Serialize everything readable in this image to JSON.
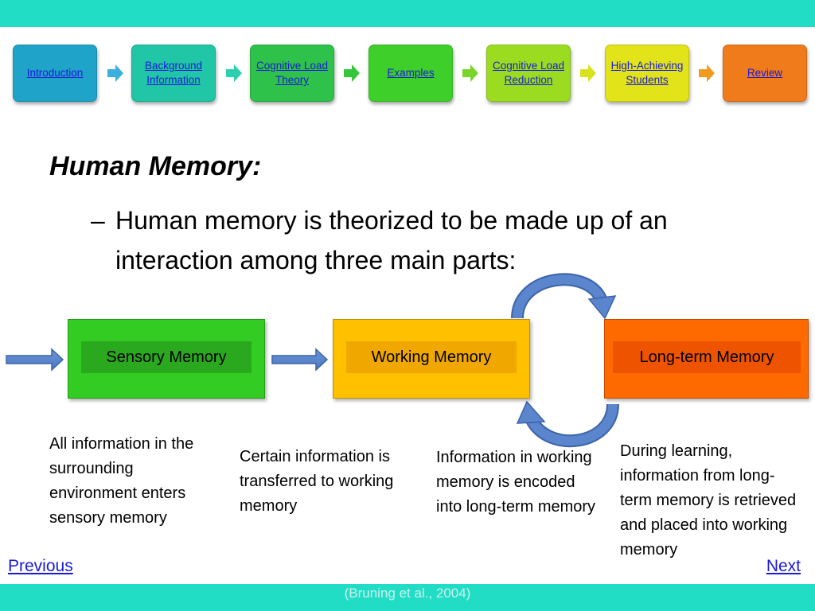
{
  "nav": {
    "items": [
      {
        "label": "Introduction"
      },
      {
        "label": "Background Information"
      },
      {
        "label": "Cognitive Load Theory"
      },
      {
        "label": "Examples"
      },
      {
        "label": "Cognitive Load Reduction"
      },
      {
        "label": "High-Achieving Students"
      },
      {
        "label": "Review"
      }
    ],
    "colors": [
      "#1fa3c9",
      "#21c6a6",
      "#2fc24a",
      "#3fcf2b",
      "#9bdc20",
      "#e3e31a",
      "#f07b1a"
    ]
  },
  "heading": "Human Memory:",
  "bullet": {
    "dash": "–",
    "text": "Human memory is theorized to be made up of an interaction among three main parts:"
  },
  "memory": {
    "sensory": {
      "label": "Sensory Memory",
      "color": "#33cc22"
    },
    "working": {
      "label": "Working Memory",
      "color": "#ffc000"
    },
    "longterm": {
      "label": "Long-term Memory",
      "color": "#ff6a00"
    }
  },
  "notes": {
    "sensory": "All information in the surrounding environment enters sensory memory",
    "transfer": "Certain information is transferred to working memory",
    "encode": "Information in working memory is encoded into long-term memory",
    "retrieve": "During learning, information from long-term memory is retrieved and placed into working memory"
  },
  "links": {
    "previous": "Previous",
    "next": "Next"
  },
  "citation": "(Bruning et al., 2004)"
}
